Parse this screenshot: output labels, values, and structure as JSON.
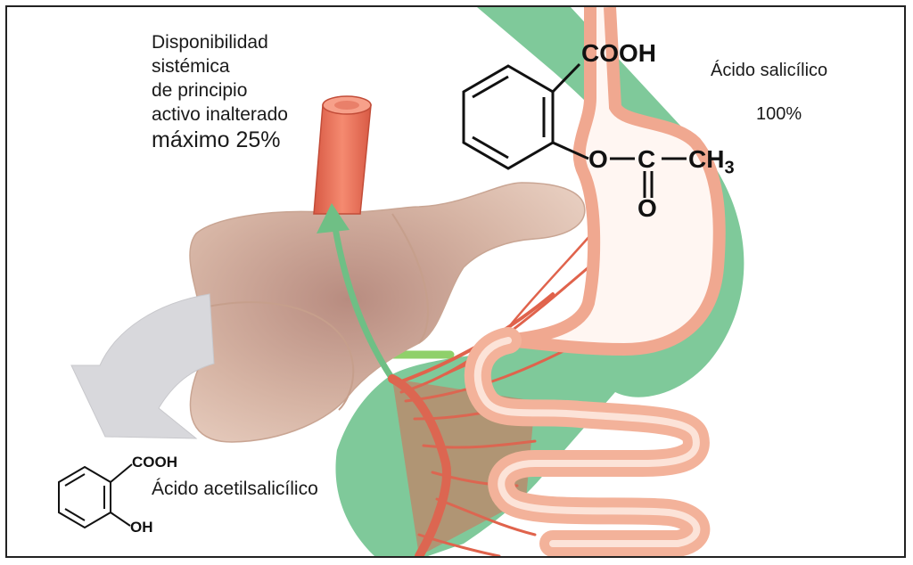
{
  "labels": {
    "availability_lines": [
      "Disponibilidad",
      "sistémica",
      "de principio",
      "activo inalterado"
    ],
    "availability_max": "máximo 25%",
    "salicylic_acid": "Ácido salicílico",
    "salicylic_percent": "100%",
    "acetylsalicylic_acid": "Ácido acetilsalicílico"
  },
  "aspirin_structure": {
    "cooh": "COOH",
    "o": "O",
    "c": "C",
    "ch": "CH",
    "ch_sub": "3",
    "carbonyl_o": "O"
  },
  "salicylic_structure": {
    "cooh": "COOH",
    "oh": "OH"
  },
  "colors": {
    "green": "#7fc99a",
    "artery": "#f07860",
    "liver": "#dcb9a8",
    "intestine": "#f3b29a",
    "gray_arrow": "#d8d8dc"
  }
}
